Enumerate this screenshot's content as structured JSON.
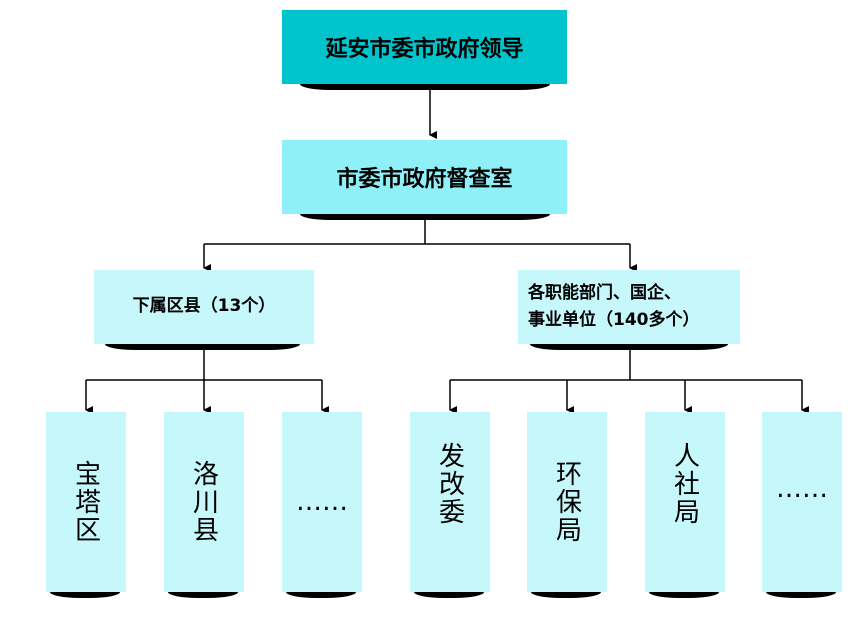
{
  "root": {
    "label": "延安市委市政府领导"
  },
  "office": {
    "label": "市委市政府督查室"
  },
  "branches": [
    {
      "label": "下属区县（13个）",
      "children": [
        "宝塔区",
        "洛川县",
        "……"
      ]
    },
    {
      "label": "各职能部门、国企、事业单位（140多个）",
      "line1": "各职能部门、国企、",
      "line2": "事业单位（140多个）",
      "children": [
        "发改委",
        "环保局",
        "人社局",
        "……"
      ]
    }
  ],
  "colors": {
    "root": "#00c4cc",
    "office": "#8ff0f7",
    "branch": "#c6f7fb",
    "leaf": "#c6f7fb",
    "line": "#000000"
  }
}
